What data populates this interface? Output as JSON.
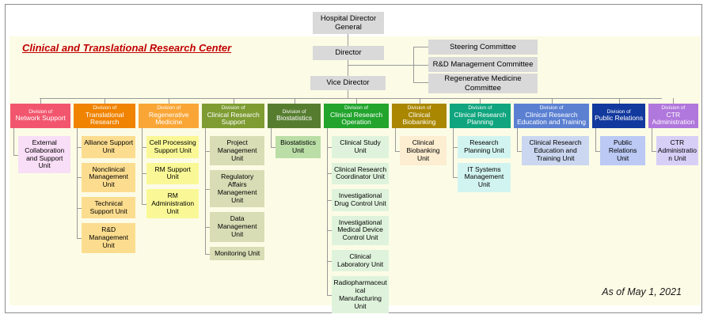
{
  "frame": {
    "panel_bg": "#FCFCE6",
    "line_color": "#999999",
    "node_bg": "#D9D9D9"
  },
  "title": {
    "text": "Clinical and Translational Research Center",
    "color": "#C00000"
  },
  "footnote": "As of May 1, 2021",
  "top_nodes": {
    "hospital_director": "Hospital Director General",
    "director": "Director",
    "vice_director": "Vice Director"
  },
  "committees": [
    "Steering Committee",
    "R&D Management Committee",
    "Regenerative Medicine Committee"
  ],
  "division_prefix": "Division of",
  "divisions": [
    {
      "name": "Network Support",
      "color": "#F2566E",
      "unit_color": "#F8DEF6",
      "units": [
        "External Collaboration and Support Unit"
      ]
    },
    {
      "name": "Translational Research",
      "color": "#F08300",
      "unit_color": "#FCDD8F",
      "units": [
        "Alliance Support Unit",
        "Nonclinical Management Unit",
        "Technical Support Unit",
        "R&D Management Unit"
      ]
    },
    {
      "name": "Regenerative Medicine",
      "color": "#FAA637",
      "unit_color": "#FAF896",
      "units": [
        "Cell Processing Support Unit",
        "RM Support Unit",
        "RM Administration Unit"
      ]
    },
    {
      "name": "Clinical Research Support",
      "color": "#7E9C32",
      "unit_color": "#D9DDB5",
      "units": [
        "Project Management Unit",
        "Regulatory Affairs Management Unit",
        "Data Management Unit",
        "Monitoring Unit"
      ]
    },
    {
      "name": "Biostatistics",
      "color": "#567D2F",
      "unit_color": "#BADEA6",
      "units": [
        "Biostatistics Unit"
      ]
    },
    {
      "name": "Clinical Research Operation",
      "color": "#22A42D",
      "unit_color": "#DFF3DC",
      "units": [
        "Clinical Study Unit",
        "Clinical Research Coordinator Unit",
        "Investigational Drug Control Unit",
        "Investigational Medical Device Control Unit",
        "Clinical Laboratory Unit",
        "Radiopharmaceutical Manufacturing Unit"
      ]
    },
    {
      "name": "Clinical Biobanking",
      "color": "#AA8700",
      "unit_color": "#FDEDD1",
      "units": [
        "Clinical Biobanking Unit"
      ]
    },
    {
      "name": "Clinical Research Planning",
      "color": "#10A57E",
      "unit_color": "#D2F4F0",
      "units": [
        "Research Planning Unit",
        "IT Systems Management Unit"
      ]
    },
    {
      "name": "Clinical Research Education and Training",
      "color": "#5B80D2",
      "unit_color": "#CBD7F0",
      "units": [
        "Clinical Research Education and Training Unit"
      ]
    },
    {
      "name": "Public Relations",
      "color": "#12399E",
      "unit_color": "#BBC9F4",
      "units": [
        "Public Relations Unit"
      ]
    },
    {
      "name": "CTR Administration",
      "color": "#B077DC",
      "unit_color": "#D8CFF7",
      "units": [
        "CTR Administration Unit"
      ]
    }
  ]
}
